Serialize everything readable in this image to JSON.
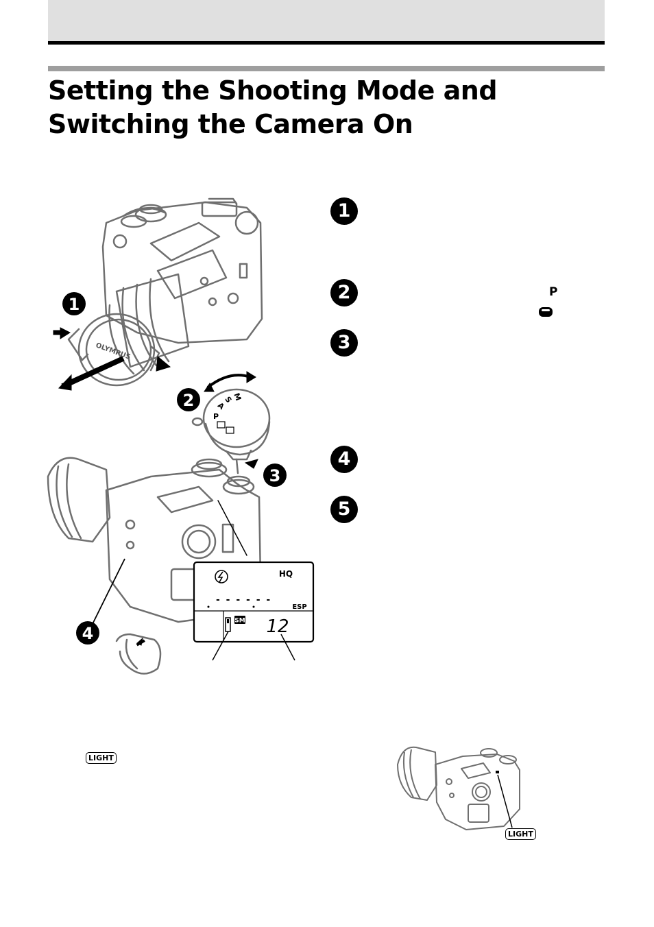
{
  "page": {
    "title_line1": "Setting the Shooting Mode and",
    "title_line2": "Switching the Camera On"
  },
  "steps": [
    {
      "number": "1"
    },
    {
      "number": "2",
      "mode_symbol": "P"
    },
    {
      "number": "3"
    },
    {
      "number": "4"
    },
    {
      "number": "5"
    }
  ],
  "illustration": {
    "lens_cap_brand": "OLYMPUS",
    "callouts": [
      "1",
      "2",
      "3",
      "4"
    ],
    "mode_dial_labels": [
      "M",
      "S",
      "A",
      "P"
    ],
    "control_panel": {
      "quality": "HQ",
      "metering": "ESP",
      "card": "SM",
      "frames_remaining": "12",
      "dashes": "- - - -   - -"
    }
  },
  "light_button": {
    "label": "LIGHT"
  },
  "colors": {
    "header_band": "#e0e0e0",
    "title_rule": "#9e9e9e",
    "line_art": "#6f6f6f"
  }
}
